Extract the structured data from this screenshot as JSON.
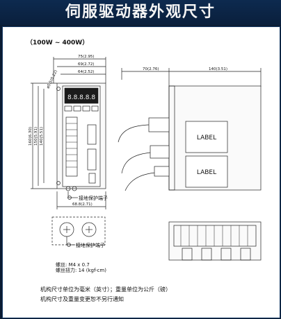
{
  "page": {
    "title": "伺服驱动器外观尺寸",
    "power_range": "（100W ~ 400W）"
  },
  "front_view": {
    "dim_width_total": "75(2.95)",
    "dim_width_mid": "69(2.72)",
    "dim_width_inner": "64(2.52)",
    "dim_hole": "ø5.5(0.22)",
    "dim_height_1": "160(6.30)",
    "dim_height_2": "150(5.91)",
    "dim_height_3": "140(5.51)",
    "dim_bottom": "68.8(2.71)",
    "display_digits": "8.8.8.8.8",
    "ground_label": "接地保护端子"
  },
  "side_view": {
    "dim_cable": "70(2.76)",
    "dim_depth": "140(3.51)",
    "label_top": "LABEL",
    "label_bottom": "LABEL"
  },
  "terminal_detail": {
    "ground_label": "接地保护端子",
    "screw_spec": "螺丝: M4 x 0.7",
    "torque_spec": "螺丝扭力: 14 (kgf-cm)"
  },
  "notes": {
    "units": "机构尺寸单位为毫米（英寸）；重量单位为公斤（磅）",
    "change": "机构尺寸及重量变更恕不另行通知"
  }
}
